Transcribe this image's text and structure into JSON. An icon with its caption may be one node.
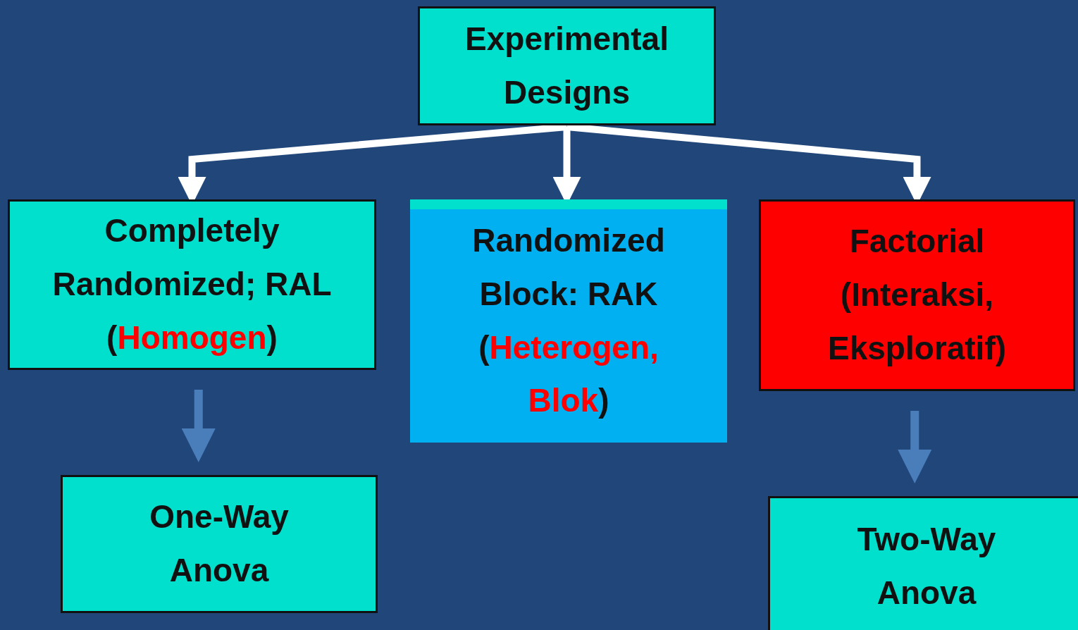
{
  "diagram": {
    "nodes": [
      {
        "text": [
          "Experimental Designs"
        ]
      },
      {
        "text": [
          "Completely Randomized; RAL",
          "(Homogen)"
        ]
      },
      {
        "text": [
          "Randomized Block: RAK",
          "(Heterogen, Blok)"
        ]
      },
      {
        "text": [
          "Factorial (Interaksi, Eksploratif)"
        ]
      },
      {
        "text": [
          "One-Way Anova"
        ]
      },
      {
        "text": [
          "Two-Way Anova"
        ]
      }
    ],
    "edges": [
      {
        "from": 0,
        "to": 1,
        "arrow": "to"
      },
      {
        "from": 0,
        "to": 2,
        "arrow": "to"
      },
      {
        "from": 0,
        "to": 3,
        "arrow": "to"
      },
      {
        "from": 1,
        "to": 4,
        "arrow": "to",
        "color": "#4a7ebb"
      },
      {
        "from": 3,
        "to": 5,
        "arrow": "to",
        "color": "#4a7ebb"
      }
    ]
  }
}
